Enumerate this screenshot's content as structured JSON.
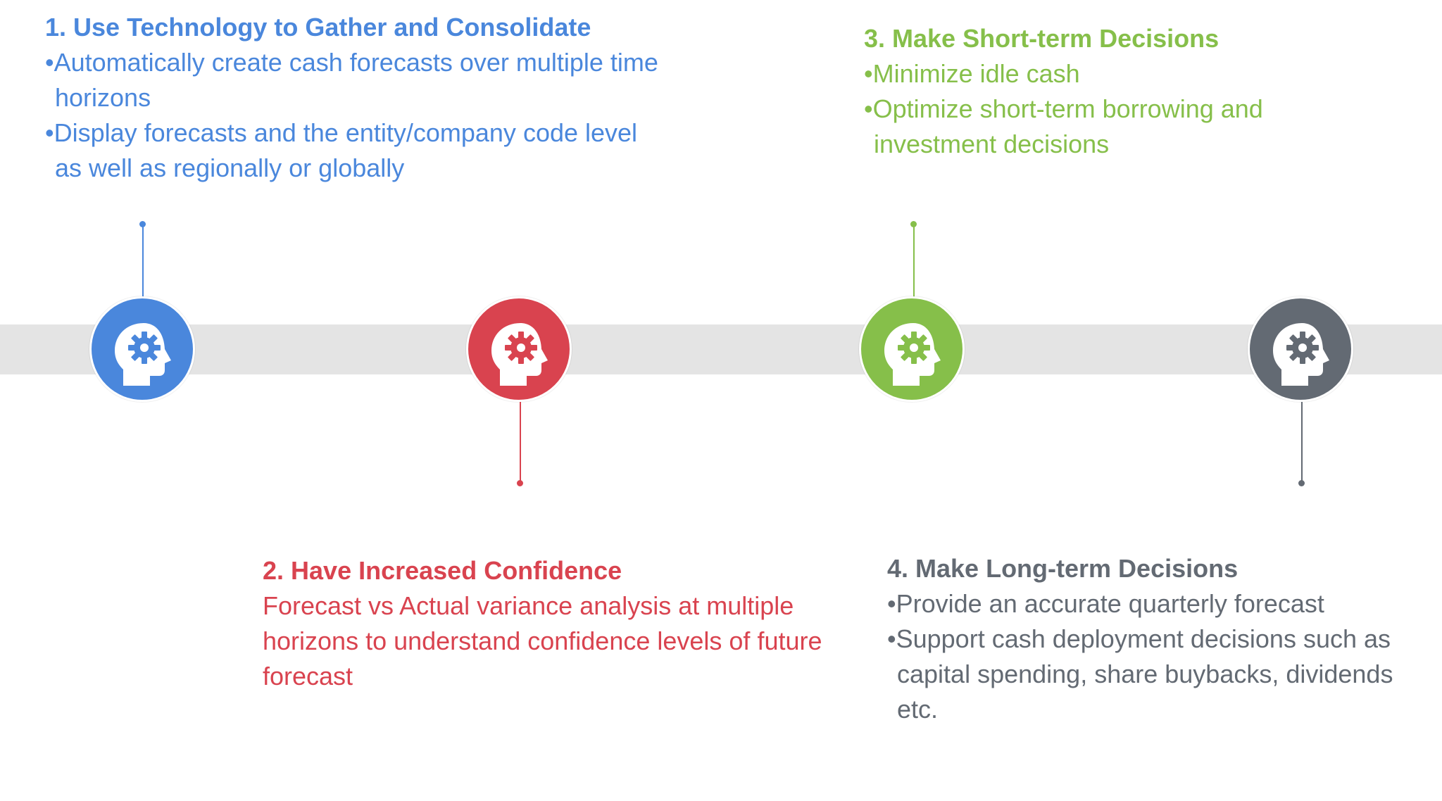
{
  "colors": {
    "step1": "#4a87dc",
    "step2": "#d9434f",
    "step3": "#86bf4a",
    "step4": "#636a73",
    "band": "#e4e4e4"
  },
  "icons": {
    "step1": "head-gear-icon",
    "step2": "head-gear-icon",
    "step3": "head-gear-icon",
    "step4": "head-gear-icon"
  },
  "steps": {
    "step1": {
      "title": "1. Use Technology to Gather and Consolidate",
      "bullets": [
        "•Automatically create cash forecasts over multiple time horizons",
        "•Display forecasts and the entity/company code level as well as regionally or globally"
      ]
    },
    "step2": {
      "title": "2. Have Increased Confidence",
      "text": "Forecast vs Actual variance analysis at multiple horizons to understand confidence levels of future forecast"
    },
    "step3": {
      "title": "3. Make Short-term Decisions",
      "bullets": [
        "•Minimize idle cash",
        "•Optimize short-term borrowing and investment decisions"
      ]
    },
    "step4": {
      "title": "4. Make Long-term Decisions",
      "bullets": [
        "•Provide an accurate quarterly forecast",
        "•Support cash deployment decisions such as capital spending, share buybacks, dividends etc."
      ]
    }
  }
}
